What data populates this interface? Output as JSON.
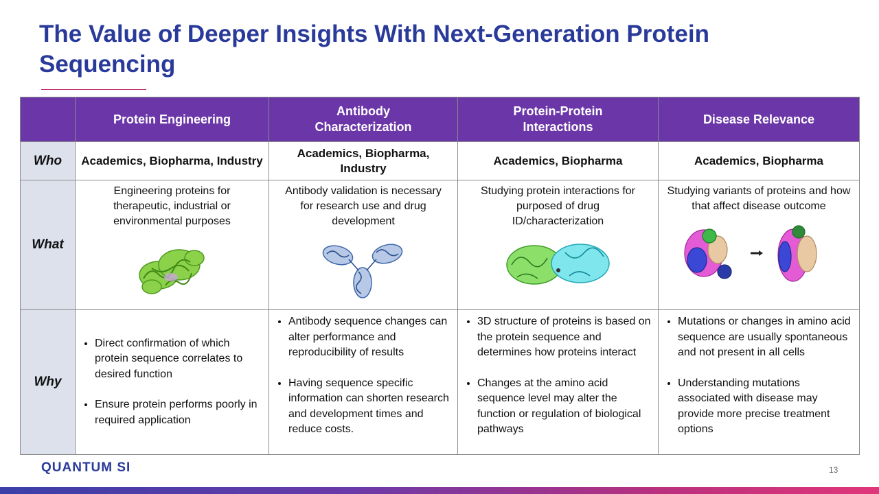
{
  "title": "The Value of Deeper Insights With Next-Generation Protein Sequencing",
  "table": {
    "columns": [
      "Protein Engineering",
      "Antibody Characterization",
      "Protein-Protein Interactions",
      "Disease Relevance"
    ],
    "row_labels": {
      "who": "Who",
      "what": "What",
      "why": "Why"
    },
    "who": [
      "Academics, Biopharma, Industry",
      "Academics, Biopharma, Industry",
      "Academics, Biopharma",
      "Academics, Biopharma"
    ],
    "what": [
      "Engineering proteins for therapeutic, industrial or environmental purposes",
      "Antibody validation is necessary for research use and drug development",
      "Studying protein interactions for purposed of drug ID/characterization",
      "Studying variants of proteins and how that affect disease outcome"
    ],
    "why": [
      [
        "Direct confirmation of which protein sequence correlates to desired function",
        "Ensure protein performs poorly in required application"
      ],
      [
        "Antibody sequence changes can alter performance and reproducibility of results",
        "Having sequence specific information can shorten research and development times and reduce costs."
      ],
      [
        "3D structure of proteins is based on the protein sequence and determines how proteins interact",
        "Changes at the amino acid sequence level may alter the function or regulation of biological pathways"
      ],
      [
        "Mutations or changes in amino acid sequence are usually spontaneous and not present in all cells",
        "Understanding mutations associated with disease may provide more precise treatment options"
      ]
    ]
  },
  "images": [
    "protein-structure-green",
    "antibody-structure-blue",
    "protein-complex-green-cyan",
    "protein-variant-multicolor"
  ],
  "footer": {
    "logo": "QUANTUM SI",
    "page_number": "13"
  },
  "colors": {
    "title": "#2a3a9a",
    "header_bg": "#6b36a8",
    "row_label_bg": "#dde1ec",
    "accent": "#c0286e"
  }
}
